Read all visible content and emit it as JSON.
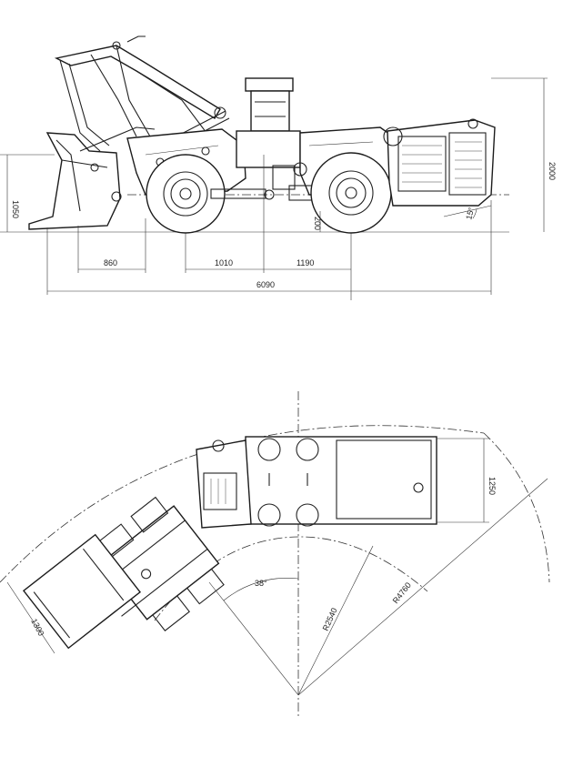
{
  "side_view": {
    "dimensions": {
      "overall_height": "2000",
      "bucket_height": "1050",
      "bucket_reach": "860",
      "front_axle_offset": "1010",
      "rear_axle_offset": "1190",
      "overall_length": "6090",
      "ground_clearance": "200",
      "departure_angle": "15°"
    }
  },
  "top_view": {
    "dimensions": {
      "body_width": "1250",
      "bucket_width": "1300",
      "articulation_angle": "38°",
      "inner_radius": "R2540",
      "outer_radius": "R4760"
    }
  },
  "colors": {
    "line": "#222222",
    "background": "#ffffff"
  }
}
